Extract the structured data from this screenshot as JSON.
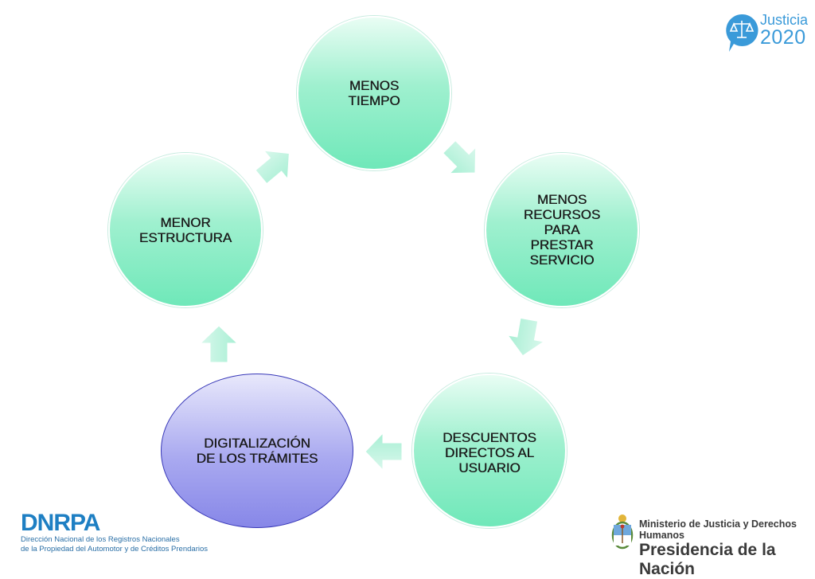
{
  "nodes": {
    "menos_tiempo": "MENOS\nTIEMPO",
    "menos_recursos": "MENOS\nRECURSOS\nPARA\nPRESTAR\nSERVICIO",
    "descuentos": "DESCUENTOS\nDIRECTOS AL\nUSUARIO",
    "digitalizacion": "DIGITALIZACIÓN\nDE LOS TRÁMITES",
    "menor_estructura": "MENOR\nESTRUCTURA"
  },
  "logos": {
    "justicia_word": "Justicia",
    "justicia_year": "2020",
    "dnrpa_title": "DNRPA",
    "dnrpa_line1": "Dirección Nacional de los Registros Nacionales",
    "dnrpa_line2": "de la Propiedad del Automotor y de Créditos Prendarios",
    "ministerio": "Ministerio de Justicia y Derechos Humanos",
    "presidencia": "Presidencia de la Nación"
  },
  "colors": {
    "teal_node": "#9ff0cf",
    "blue_node": "#a9a9f0",
    "arrow": "#b6f2dc",
    "brand_blue": "#3a9ad9"
  },
  "icons": {
    "justicia_logo": "scales-of-justice-icon",
    "coat_of_arms": "argentina-coat-of-arms-icon"
  }
}
